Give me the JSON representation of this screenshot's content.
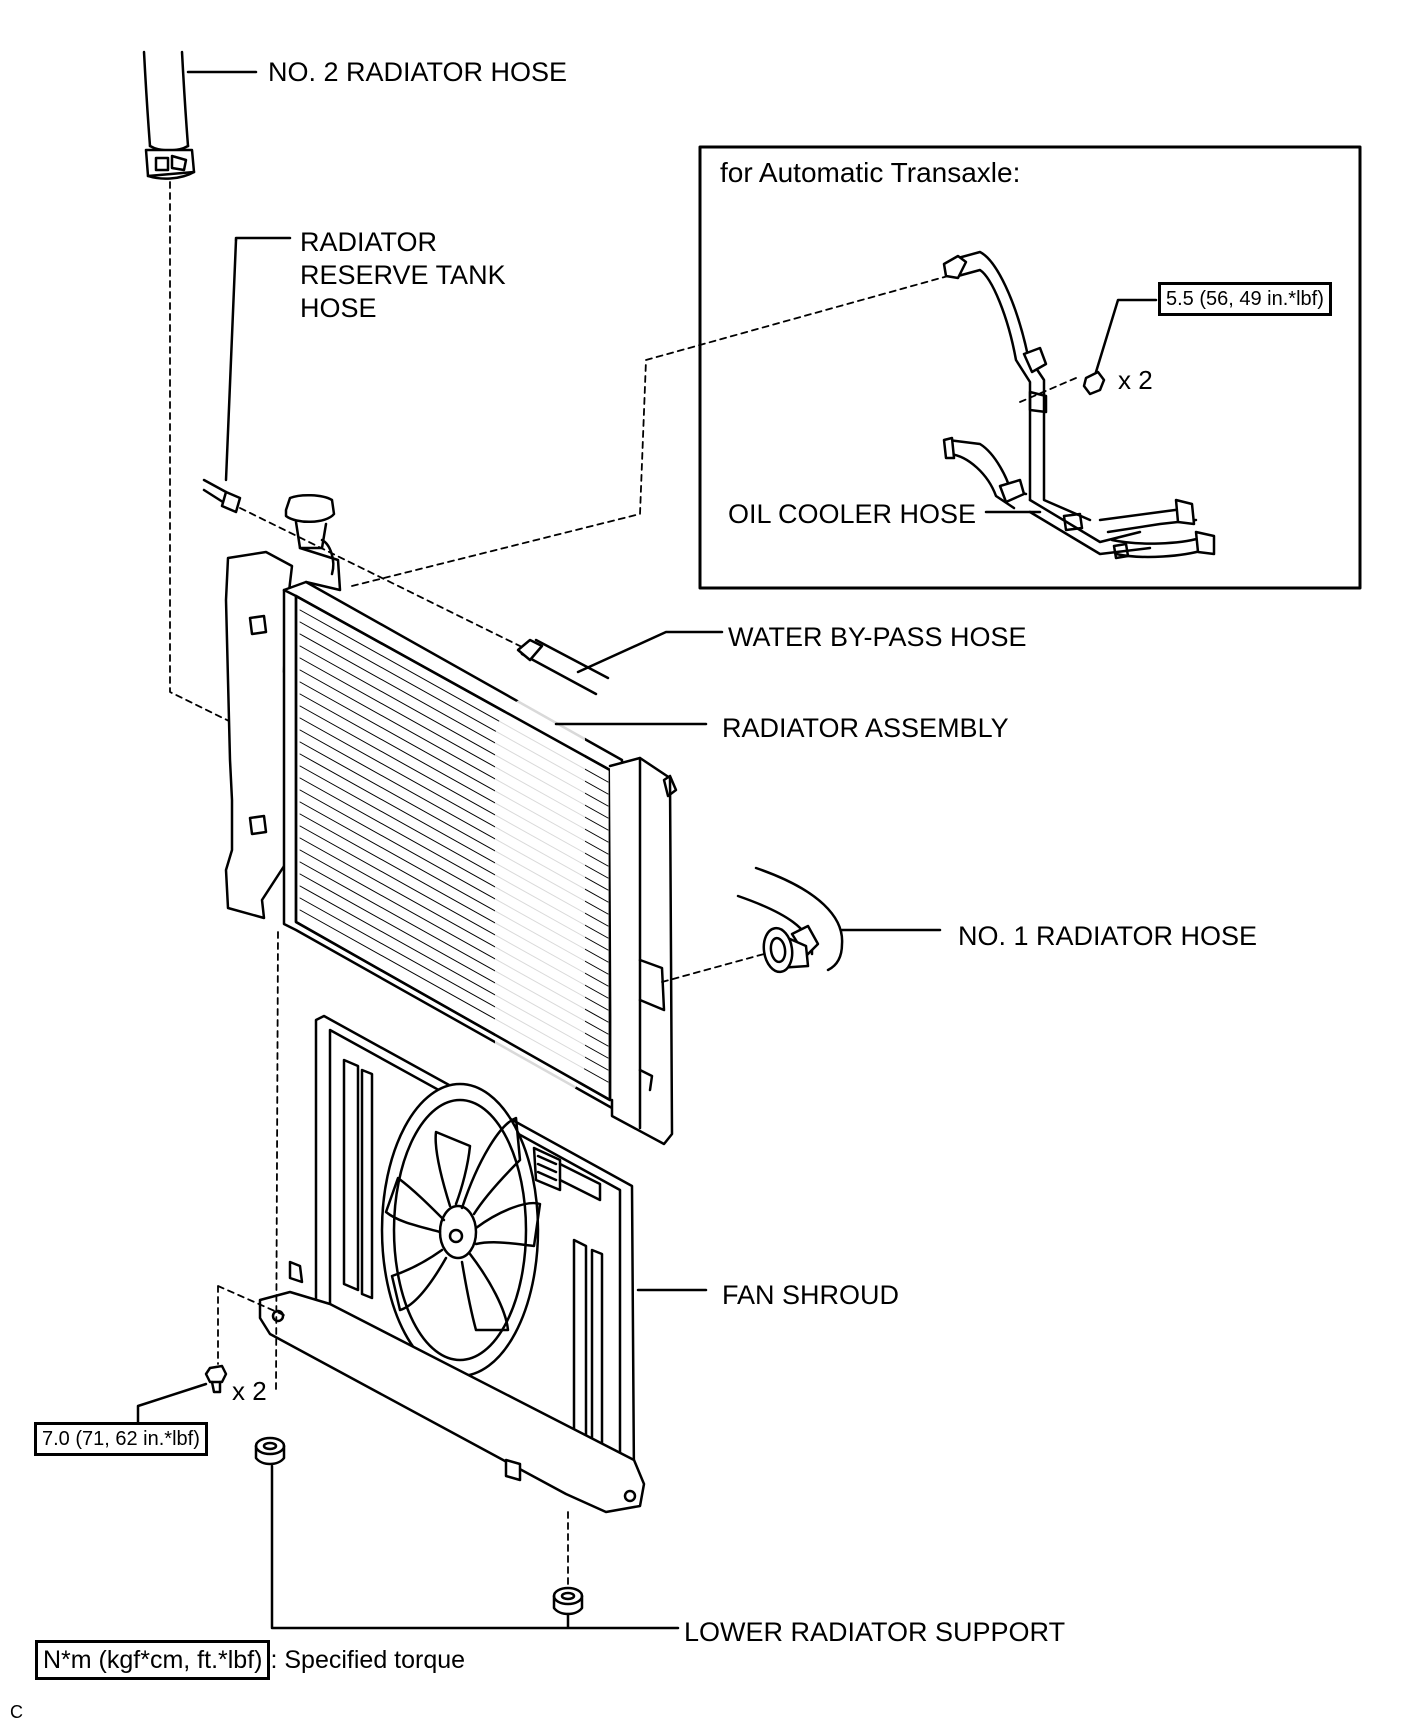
{
  "labels": {
    "no2_radiator_hose": "NO. 2 RADIATOR HOSE",
    "radiator_reserve_tank_hose": "RADIATOR\nRESERVE TANK\nHOSE",
    "water_bypass_hose": "WATER BY-PASS HOSE",
    "radiator_assembly": "RADIATOR ASSEMBLY",
    "no1_radiator_hose": "NO. 1 RADIATOR HOSE",
    "fan_shroud": "FAN SHROUD",
    "lower_radiator_support": "LOWER RADIATOR SUPPORT",
    "oil_cooler_hose": "OIL COOLER HOSE"
  },
  "inset": {
    "title": "for Automatic Transaxle:",
    "torque": "5.5 (56, 49 in.*lbf)",
    "quantity": "x 2"
  },
  "bolts": {
    "torque": "7.0 (71, 62 in.*lbf)",
    "quantity": "x 2"
  },
  "legend": {
    "key": "N*m (kgf*cm, ft.*lbf)",
    "description": ": Specified torque"
  },
  "figure_code": "C"
}
